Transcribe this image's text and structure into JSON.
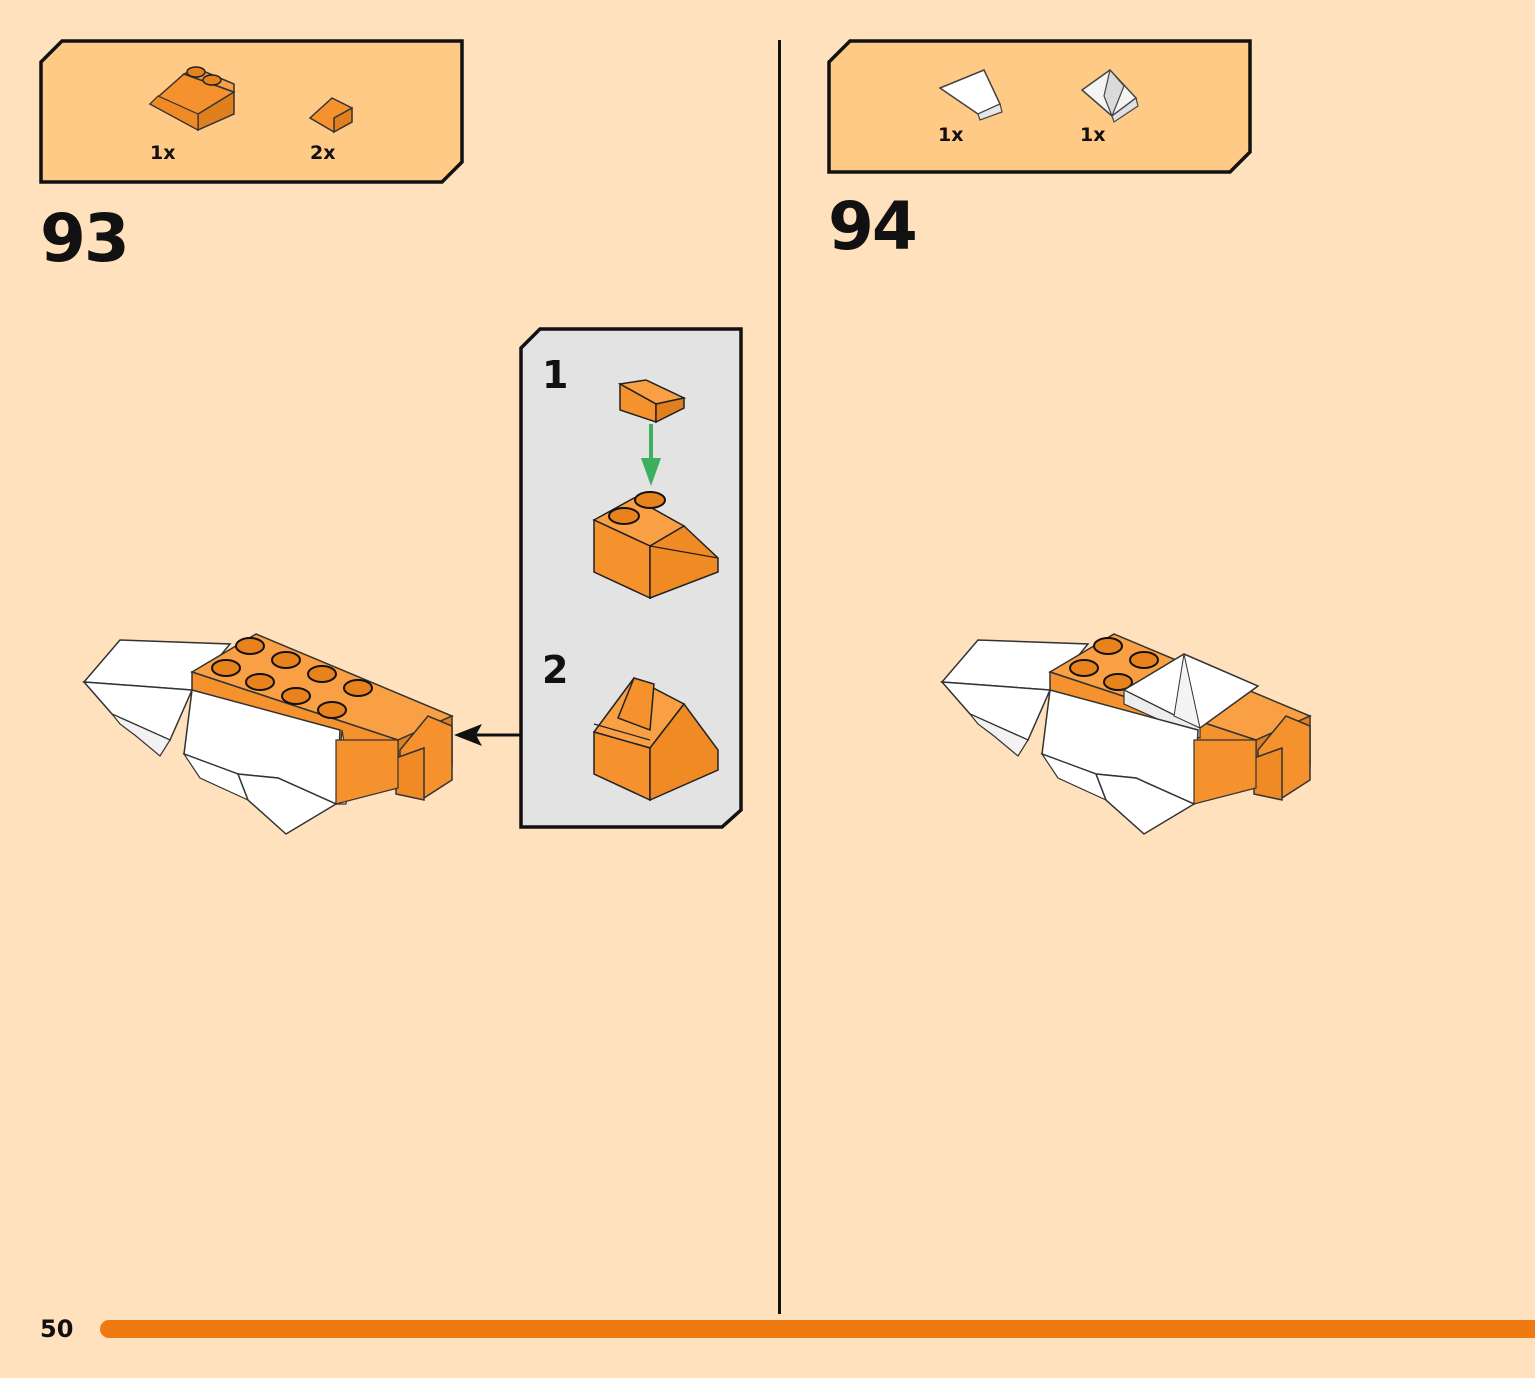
{
  "page": {
    "number": "50"
  },
  "steps": [
    {
      "number": "93",
      "parts": [
        {
          "qty": "1x",
          "part": "orange-slope-2x2-icon"
        },
        {
          "qty": "2x",
          "part": "orange-slope-1x1-icon"
        }
      ],
      "subassembly": {
        "sub_steps": [
          "1",
          "2"
        ]
      }
    },
    {
      "number": "94",
      "parts": [
        {
          "qty": "1x",
          "part": "white-wedge-plate-icon"
        },
        {
          "qty": "1x",
          "part": "white-pyramid-slope-icon"
        }
      ]
    }
  ],
  "colors": {
    "background": "#FFE2BD",
    "parts_box": "#FFCA86",
    "subassembly_box": "#E3E3E3",
    "brick_orange": "#F5922E",
    "brick_white": "#FFFFFF",
    "progress_bar": "#EF7A12",
    "arrow_green": "#3CB060"
  }
}
